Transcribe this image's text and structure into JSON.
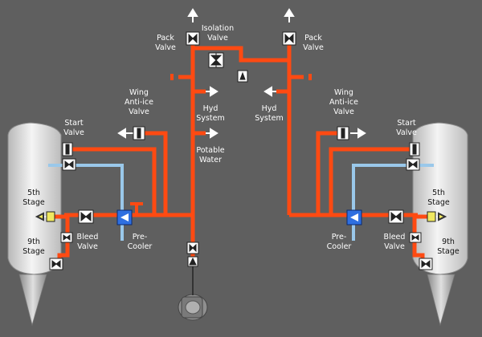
{
  "diagram": {
    "labels": {
      "pack_valve_left": [
        "Pack",
        "Valve"
      ],
      "isolation_valve": [
        "Isolation",
        "Valve"
      ],
      "pack_valve_right": [
        "Pack",
        "Valve"
      ],
      "wing_antiice_left": [
        "Wing",
        "Anti-ice",
        "Valve"
      ],
      "wing_antiice_right": [
        "Wing",
        "Anti-ice",
        "Valve"
      ],
      "hyd_system_left": [
        "Hyd",
        "System"
      ],
      "hyd_system_right": [
        "Hyd",
        "System"
      ],
      "potable_water": [
        "Potable",
        "Water"
      ],
      "start_valve_left": [
        "Start",
        "Valve"
      ],
      "start_valve_right": [
        "Start",
        "Valve"
      ],
      "stage5_left": [
        "5th",
        "Stage"
      ],
      "stage5_right": [
        "5th",
        "Stage"
      ],
      "stage9_left": [
        "9th",
        "Stage"
      ],
      "stage9_right": [
        "9th",
        "Stage"
      ],
      "bleed_valve_left": [
        "Bleed",
        "Valve"
      ],
      "bleed_valve_right": [
        "Bleed",
        "Valve"
      ],
      "precooler_left": [
        "Pre-",
        "Cooler"
      ],
      "precooler_right": [
        "Pre-",
        "Cooler"
      ]
    },
    "colors": {
      "background": "#5f5f5f",
      "bleed_duct": "#ff4a12",
      "cooling_duct": "#9ac8ea",
      "engine_body": "#e6e6e6",
      "valve_fill": "#ffffff",
      "precooler": "#2f6fe0",
      "stage5_port": "#f0e860",
      "label_text": "#ffffff"
    }
  }
}
